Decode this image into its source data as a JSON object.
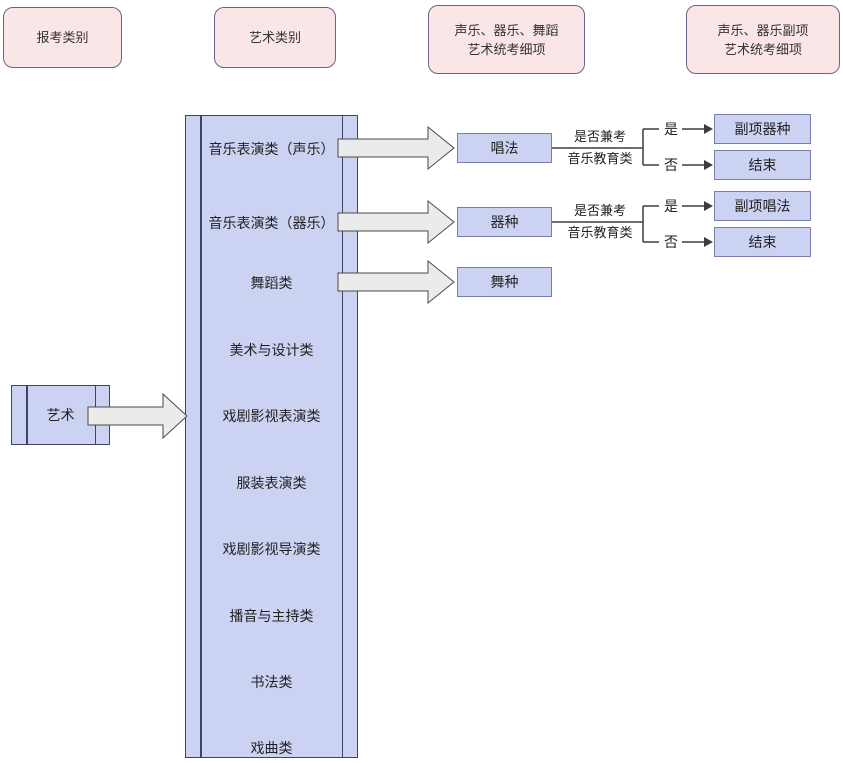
{
  "headers": [
    {
      "lines": [
        "报考类别"
      ]
    },
    {
      "lines": [
        "艺术类别"
      ]
    },
    {
      "lines": [
        "声乐、器乐、舞蹈",
        "艺术统考细项"
      ]
    },
    {
      "lines": [
        "声乐、器乐副项",
        "艺术统考细项"
      ]
    }
  ],
  "root_node": {
    "label": "艺术"
  },
  "category_list": {
    "items": [
      {
        "label": "音乐表演类（声乐）"
      },
      {
        "label": "音乐表演类（器乐）"
      },
      {
        "label": "舞蹈类"
      },
      {
        "label": "美术与设计类"
      },
      {
        "label": "戏剧影视表演类"
      },
      {
        "label": "服装表演类"
      },
      {
        "label": "戏剧影视导演类"
      },
      {
        "label": "播音与主持类"
      },
      {
        "label": "书法类"
      },
      {
        "label": "戏曲类"
      }
    ]
  },
  "detail_nodes": [
    {
      "label": "唱法"
    },
    {
      "label": "器种"
    },
    {
      "label": "舞种"
    }
  ],
  "decisions": [
    {
      "condition_lines": [
        "是否兼考",
        "音乐教育类"
      ],
      "yes_label": "是",
      "no_label": "否",
      "yes_result": {
        "label": "副项器种"
      },
      "no_result": {
        "label": "结束"
      }
    },
    {
      "condition_lines": [
        "是否兼考",
        "音乐教育类"
      ],
      "yes_label": "是",
      "no_label": "否",
      "yes_result": {
        "label": "副项唱法"
      },
      "no_result": {
        "label": "结束"
      }
    }
  ],
  "colors": {
    "header_fill": "#fbe6e7",
    "header_border": "#6e6190",
    "node_fill": "#ccd2f1",
    "node_border": "#7a7dac",
    "process_border": "#41426b",
    "block_arrow_fill": "#ebebeb",
    "block_arrow_border": "#4a4a4a",
    "connector_line": "#3d3d3d"
  }
}
